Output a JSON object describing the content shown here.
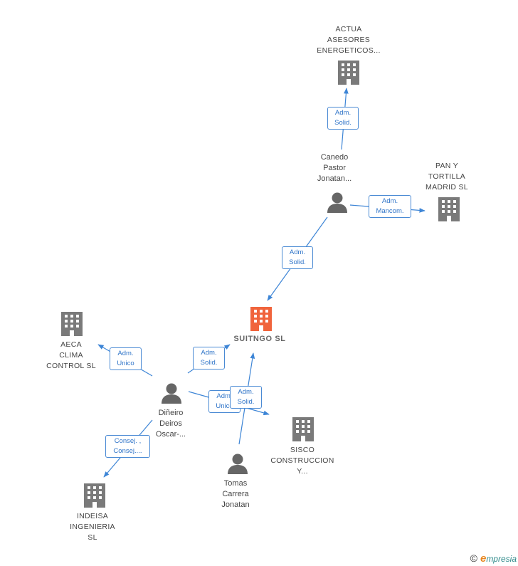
{
  "nodes": {
    "actua": {
      "label": "ACTUA\nASESORES\nENERGETICOS...",
      "type": "company"
    },
    "canedo": {
      "label": "Canedo\nPastor\nJonatan...",
      "type": "person"
    },
    "pan": {
      "label": "PAN Y\nTORTILLA\nMADRID  SL",
      "type": "company"
    },
    "suitngo": {
      "label": "SUITNGO  SL",
      "type": "company-focus"
    },
    "aeca": {
      "label": "AECA\nCLIMA\nCONTROL  SL",
      "type": "company"
    },
    "dineiro": {
      "label": "Diñeiro\nDeiros\nOscar-...",
      "type": "person"
    },
    "sisco": {
      "label": "SISCO\nCONSTRUCCION\nY...",
      "type": "company"
    },
    "tomas": {
      "label": "Tomas\nCarrera\nJonatan",
      "type": "person"
    },
    "indeisa": {
      "label": "INDEISA\nINGENIERIA\nSL",
      "type": "company"
    }
  },
  "edges": {
    "canedo_actua": {
      "label": "Adm.\nSolid."
    },
    "canedo_pan": {
      "label": "Adm.\nMancom."
    },
    "canedo_suitngo": {
      "label": "Adm.\nSolid."
    },
    "dineiro_aeca": {
      "label": "Adm.\nUnico"
    },
    "dineiro_suitngo": {
      "label": "Adm.\nSolid."
    },
    "dineiro_sisco": {
      "label": "Adm.\nUnico"
    },
    "tomas_suitngo": {
      "label": "Adm.\nSolid."
    },
    "dineiro_indeisa": {
      "label": "Consej. ,\nConsej...."
    }
  },
  "colors": {
    "edge": "#3d85d6",
    "building": "#7a7a7a",
    "building_focus": "#f0643c",
    "person": "#666666"
  },
  "footer": {
    "copyright": "©",
    "brand_first": "e",
    "brand_rest": "mpresia"
  }
}
